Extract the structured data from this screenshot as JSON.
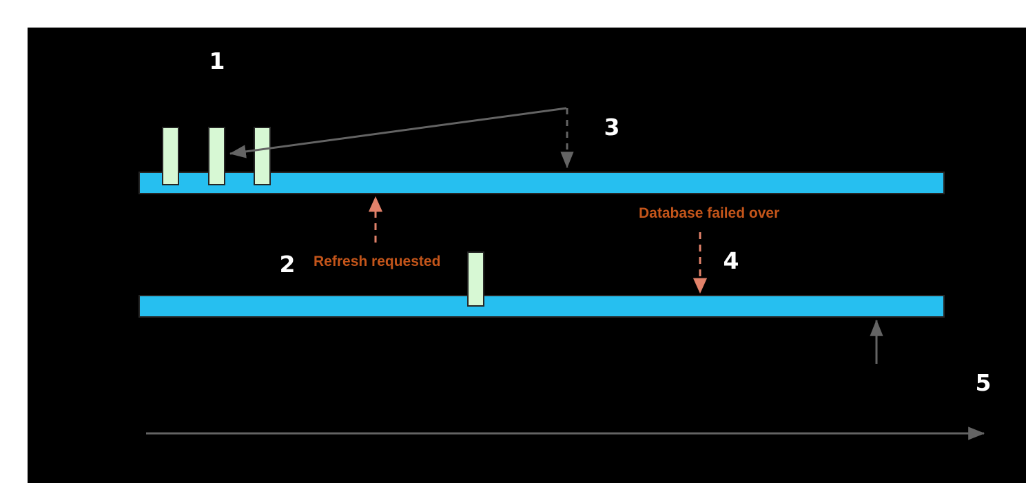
{
  "diagram": {
    "colors": {
      "page_background": "#ffffff",
      "panel_background": "#000000",
      "timeline_fill": "#26bff0",
      "timeline_stroke": "#262626",
      "event_fill": "#d7f8d4",
      "event_stroke": "#262626",
      "gray_arrow": "#646464",
      "salmon_arrow": "#e2826a",
      "step_number_text": "#ffffff",
      "annotation_text": "#c4551a"
    },
    "step_markers": [
      "1",
      "2",
      "3",
      "4",
      "5"
    ],
    "annotations": {
      "refresh_requested": "Refresh requested",
      "database_failed_over": "Database failed over"
    }
  }
}
